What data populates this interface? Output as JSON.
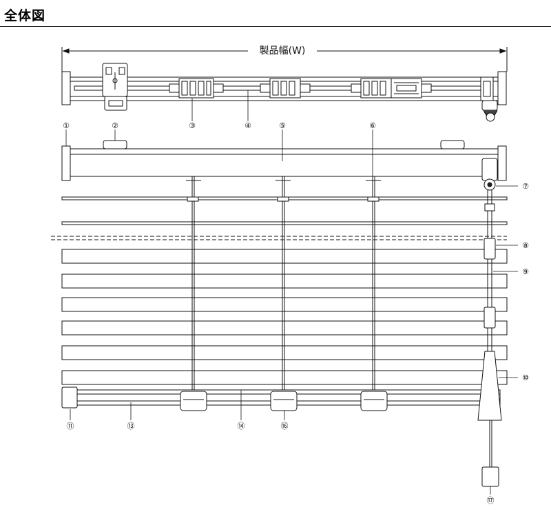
{
  "title": "全体図",
  "width_label": "製品幅(W)",
  "callouts": {
    "c1": "①",
    "c2": "②",
    "c3": "③",
    "c4": "④",
    "c5": "⑤",
    "c6": "⑥",
    "c7": "⑦",
    "c8": "⑧",
    "c9": "⑨",
    "c10": "⑩",
    "c11": "⑪",
    "c13": "⑬",
    "c14": "⑭",
    "c16": "⑯",
    "c17": "⑰"
  }
}
